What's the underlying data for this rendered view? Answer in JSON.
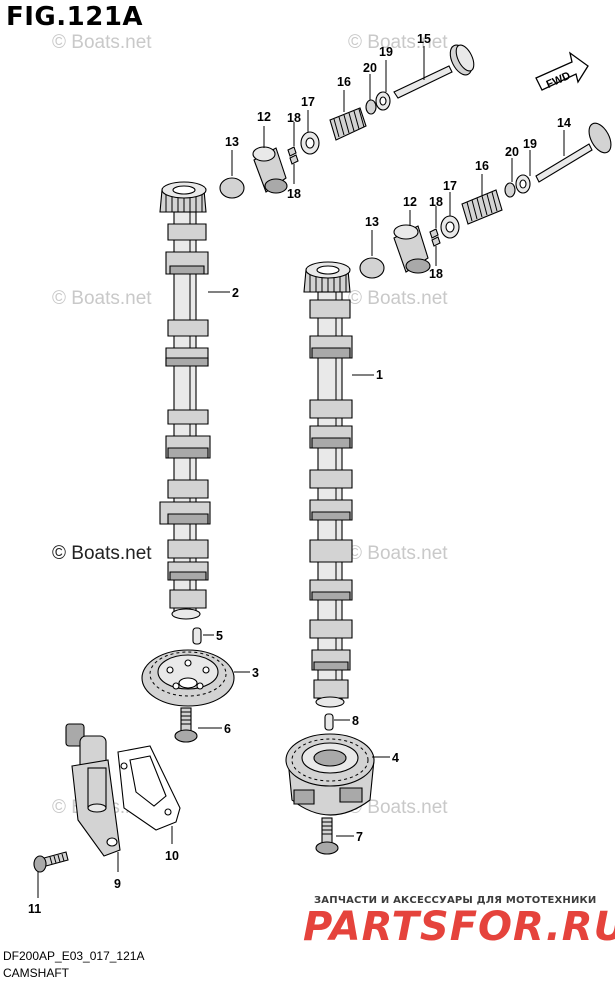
{
  "figure": {
    "title": "FIG.121A"
  },
  "footer": {
    "model_code": "DF200AP_E03_017_121A",
    "section": "CAMSHAFT"
  },
  "direction": {
    "label": "FWD"
  },
  "watermarks": {
    "boats_light": "© Boats.net",
    "boats_dark": "© Boats.net",
    "brand_tagline": "ЗАПЧАСТИ И АКСЕССУАРЫ ДЛЯ МОТОТЕХНИКИ",
    "brand_name": "PARTSFOR.RU"
  },
  "callouts": {
    "c1": "1",
    "c2": "2",
    "c3": "3",
    "c4": "4",
    "c5": "5",
    "c6": "6",
    "c7": "7",
    "c8": "8",
    "c9": "9",
    "c10": "10",
    "c11": "11",
    "c12a": "12",
    "c12b": "12",
    "c13a": "13",
    "c13b": "13",
    "c14": "14",
    "c15": "15",
    "c16a": "16",
    "c16b": "16",
    "c17a": "17",
    "c17b": "17",
    "c18a": "18",
    "c18b": "18",
    "c18c": "18",
    "c18d": "18",
    "c19a": "19",
    "c19b": "19",
    "c20a": "20",
    "c20b": "20"
  },
  "colors": {
    "brand_red": "#e5433c",
    "watermark": "#c9c9c9",
    "part_fill": "#d3d3d3"
  }
}
